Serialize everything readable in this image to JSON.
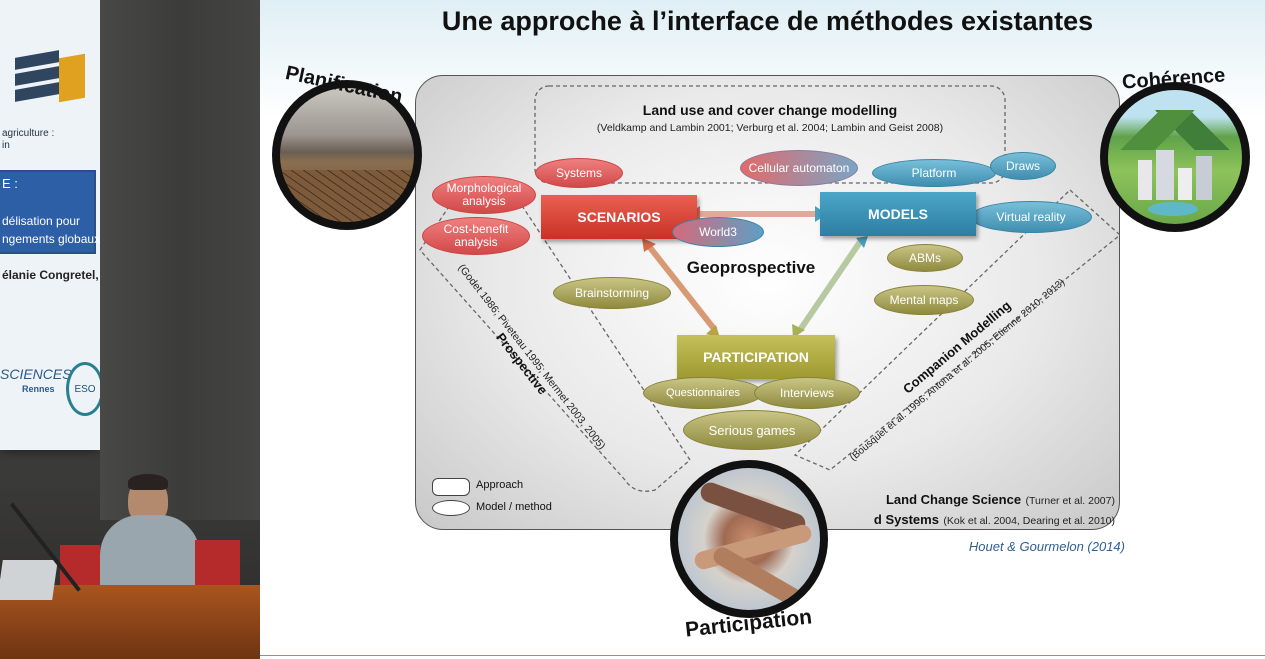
{
  "room": {
    "screen_lines": [
      "agriculture :",
      "in",
      "E :",
      "délisation pour",
      "ngements globaux",
      "élanie Congretel,"
    ],
    "logo_sciences": "SCIENCES",
    "logo_rennes": "Rennes",
    "logo_eso": "ESO"
  },
  "slide": {
    "title": "Une approche à l’interface de méthodes existantes",
    "circles": {
      "planification": "Planification",
      "coherence": "Cohérence",
      "participation": "Participation"
    },
    "land_use": {
      "title": "Land use and cover change modelling",
      "refs": "(Veldkamp and Lambin 2001; Verburg et al. 2004; Lambin and Geist 2008)"
    },
    "boxes": {
      "scenarios": "SCENARIOS",
      "models": "MODELS",
      "participation": "PARTICIPATION"
    },
    "ellipses": {
      "systems": "Systems",
      "morphological": "Morphological analysis",
      "cost_benefit": "Cost-benefit analysis",
      "world3": "World3",
      "cellular": "Cellular automaton",
      "platform": "Platform",
      "draws": "Draws",
      "virtual_reality": "Virtual reality",
      "abms": "ABMs",
      "mental_maps": "Mental maps",
      "brainstorming": "Brainstorming",
      "questionnaires": "Questionnaires",
      "interviews": "Interviews",
      "serious_games": "Serious games"
    },
    "center_label": "Geoprospective",
    "prospective": {
      "title": "Prospective",
      "refs": "(Godet 1986; Piveteau 1995; Mermet 2003, 2005)"
    },
    "companion": {
      "title": "Companion Modelling",
      "refs": "(Bousquet et al. 1996; Antona et al. 2005; Etienne 2010, 2013)"
    },
    "legend": {
      "approach": "Approach",
      "model_method": "Model / method"
    },
    "footer": {
      "land_change_title": "Land Change Science",
      "land_change_refs": "(Turner et al. 2007)",
      "systems_title": "d Systems",
      "systems_refs": "(Kok et al. 2004, Dearing et al. 2010)",
      "citation": "Houet & Gourmelon (2014)"
    },
    "colors": {
      "red": "#d34848",
      "blue": "#3f8eb0",
      "olive": "#8f8a3f",
      "title": "#111111",
      "citation": "#2f5f8f"
    }
  }
}
